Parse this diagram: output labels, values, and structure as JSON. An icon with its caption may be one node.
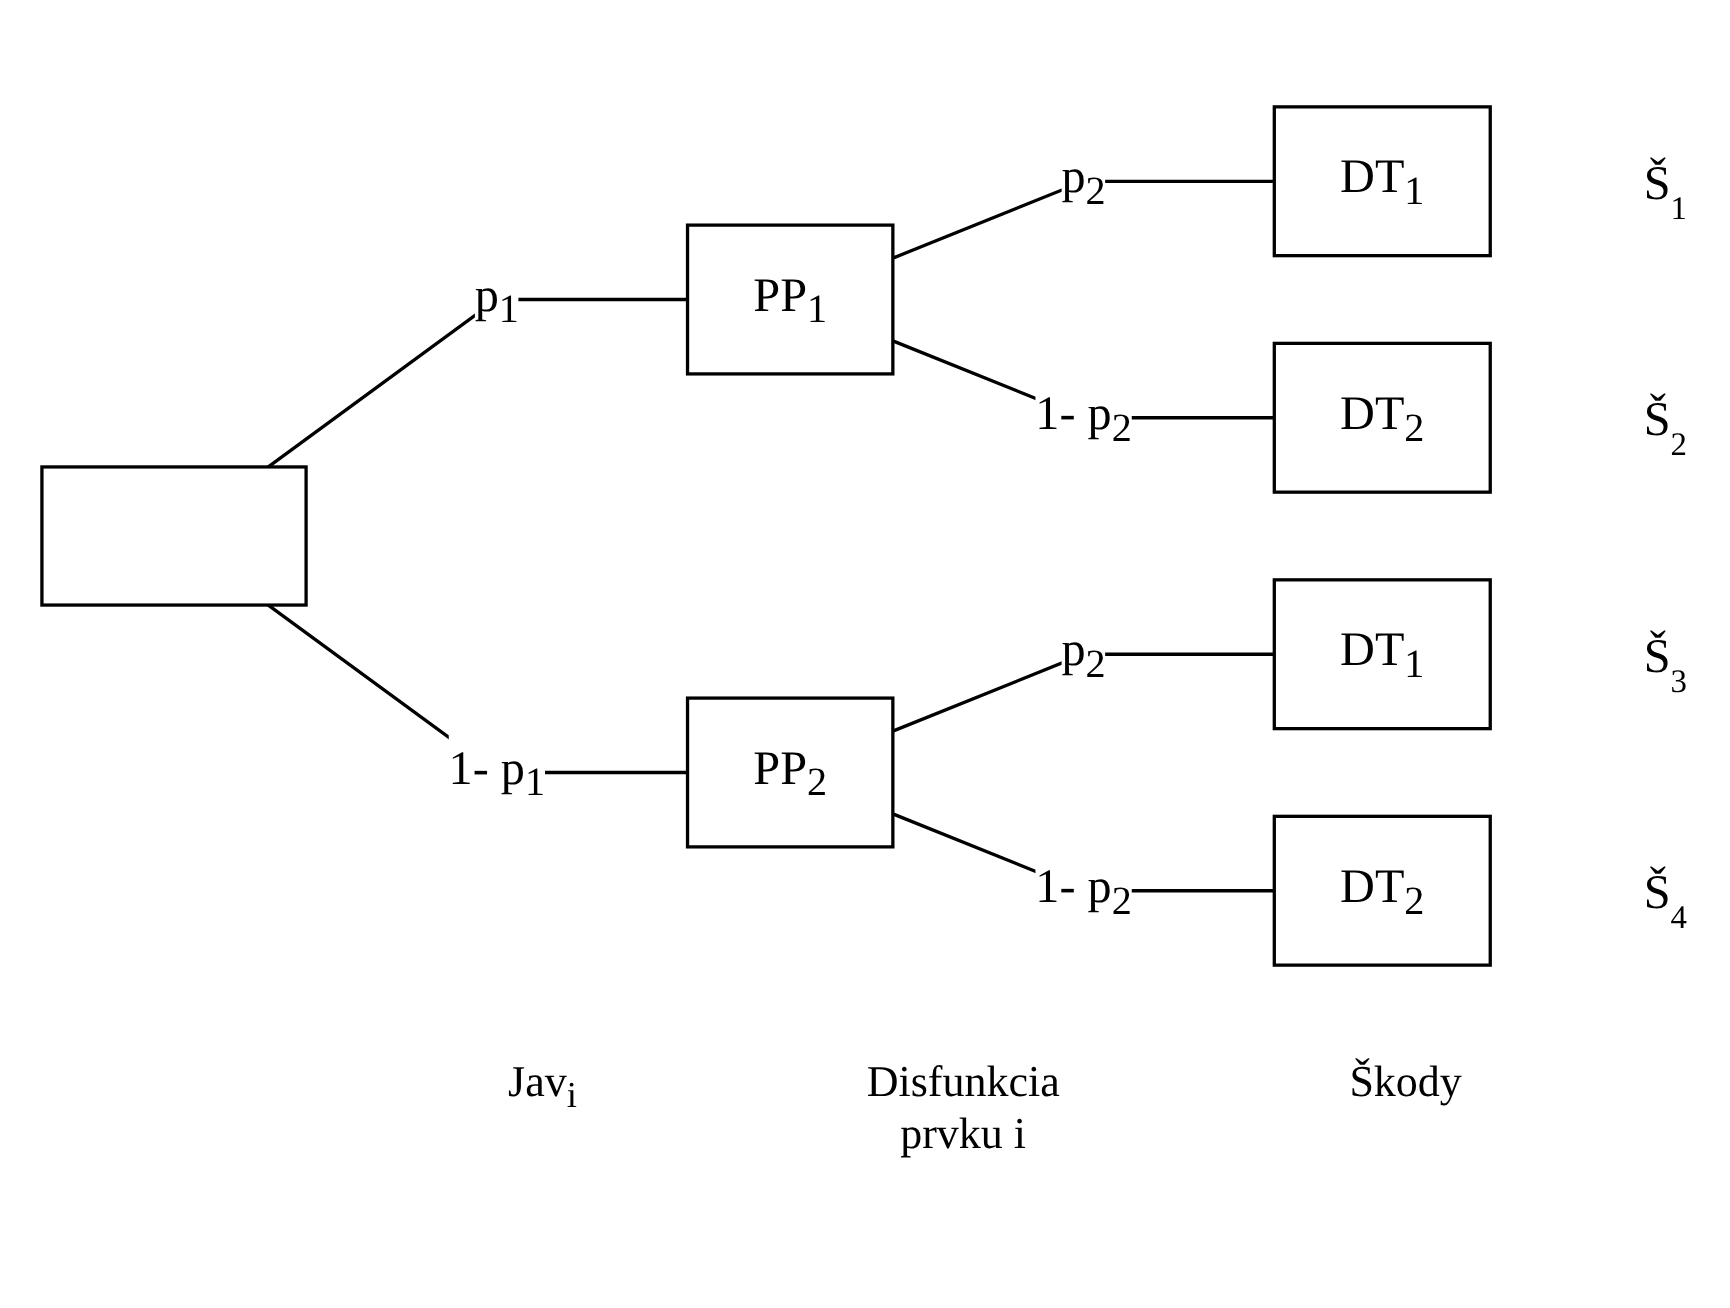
{
  "diagram": {
    "nodes": [
      {
        "text": [],
        "shape": "box"
      },
      {
        "text": [
          "PP$_{1}$"
        ]
      },
      {
        "text": [
          "DT$_{1}$"
        ],
        "beside": [
          "Š$_{1}$"
        ]
      },
      {
        "text": [
          "DT$_{2}$"
        ],
        "beside": [
          "Š$_{2}$"
        ]
      },
      {
        "text": [
          "PP$_{2}$"
        ]
      },
      {
        "text": [
          "DT$_{1}$"
        ],
        "beside": [
          "Š$_{3}$"
        ]
      },
      {
        "text": [
          "DT$_{2}$"
        ],
        "beside": [
          "Š$_{4}$"
        ]
      }
    ],
    "edges": [
      {
        "from": 0,
        "to": 1,
        "arrow": "none",
        "label": "p$_{1}$"
      },
      {
        "from": 0,
        "to": 4,
        "arrow": "none",
        "label": "1- p$_{1}$"
      },
      {
        "from": 1,
        "to": 2,
        "arrow": "none",
        "label": "p$_{2}$"
      },
      {
        "from": 1,
        "to": 3,
        "arrow": "none",
        "label": "1- p$_{2}$"
      },
      {
        "from": 4,
        "to": 5,
        "arrow": "none",
        "label": "p$_{2}$"
      },
      {
        "from": 4,
        "to": 6,
        "arrow": "none",
        "label": "1- p$_{2}$"
      }
    ],
    "labels": [
      "Jav$_{i}$",
      "Disfunkcia prvku i",
      "Škody"
    ]
  }
}
